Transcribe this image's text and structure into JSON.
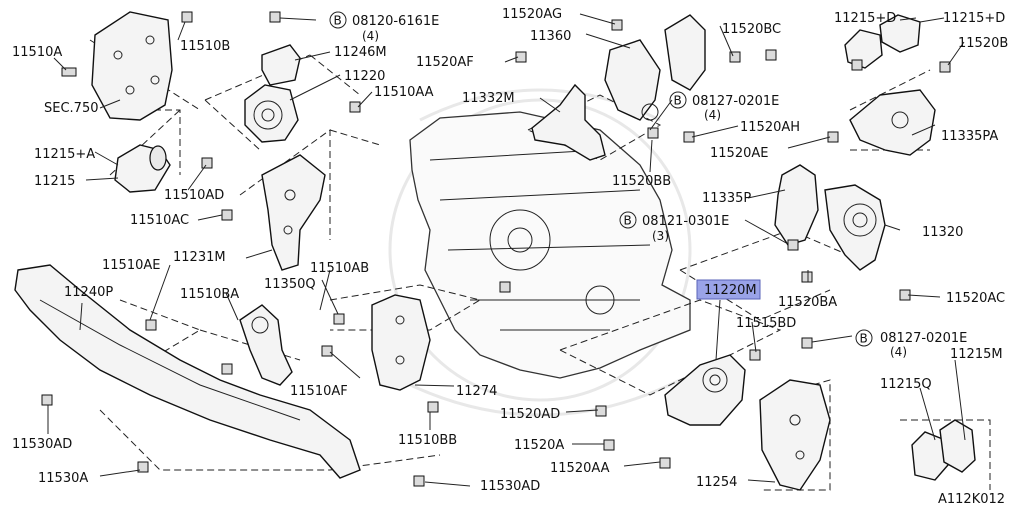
{
  "diagram": {
    "id_code": "A112K012",
    "highlight": {
      "part": "11220M",
      "color": "#9aa3e8"
    },
    "labels": {
      "l11510A": "11510A",
      "l11510B": "11510B",
      "sec750": "SEC.750",
      "l11215A": "11215+A",
      "l11215": "11215",
      "l08120": "08120-6161E",
      "l08120q": "(4)",
      "l11246M": "11246M",
      "l11220": "11220",
      "l11510AA": "11510AA",
      "l11510AD": "11510AD",
      "l11510AC": "11510AC",
      "l11231M": "11231M",
      "l11520AG": "11520AG",
      "l11360": "11360",
      "l11520AF": "11520AF",
      "l11332M": "11332M",
      "l11520BC": "11520BC",
      "l08127a": "08127-0201E",
      "l08127aq": "(4)",
      "l11520AH": "11520AH",
      "l11520AE": "11520AE",
      "l11520BB": "11520BB",
      "l11215D1": "11215+D",
      "l11215D2": "11215+D",
      "l11520B": "11520B",
      "l11335PA": "11335PA",
      "l11335P": "11335P",
      "l08121": "08121-0301E",
      "l08121q": "(3)",
      "l11320": "11320",
      "l11520BA": "11520BA",
      "l11520AC": "11520AC",
      "l11220M": "11220M",
      "l11515BD": "11515BD",
      "l08127b": "08127-0201E",
      "l08127bq": "(4)",
      "l11215M": "11215M",
      "l11215Q": "11215Q",
      "l11510AE": "11510AE",
      "l11240P": "11240P",
      "l11510BA": "11510BA",
      "l11350Q": "11350Q",
      "l11510AB": "11510AB",
      "l11510AF": "11510AF",
      "l11274": "11274",
      "l11510BB": "11510BB",
      "l11520AD": "11520AD",
      "l11520A": "11520A",
      "l11520AA": "11520AA",
      "l11254": "11254",
      "l11530AD_left": "11530AD",
      "l11530A": "11530A",
      "l11530AD_bottom": "11530AD",
      "circB": "B"
    }
  }
}
